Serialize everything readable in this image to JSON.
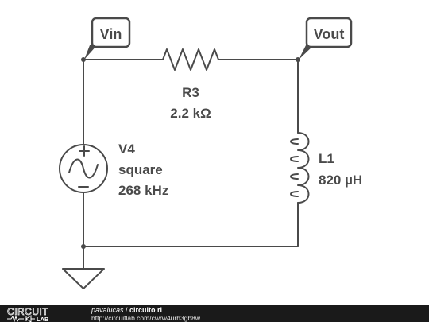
{
  "nodes": {
    "vin": "Vin",
    "vout": "Vout"
  },
  "components": {
    "r3": {
      "name": "R3",
      "value": "2.2 kΩ"
    },
    "v4": {
      "name": "V4",
      "type": "square",
      "frequency": "268 kHz"
    },
    "l1": {
      "name": "L1",
      "value": "820 µH"
    }
  },
  "footer": {
    "logo_top": "CIRCUIT",
    "logo_bottom": "LAB",
    "user": "pavalucas",
    "separator": " / ",
    "project": "circuito rl",
    "url": "http://circuitlab.com/cwrw4urh3gb8w"
  },
  "colors": {
    "ink": "#4a4a4a",
    "footer_bg": "#1a1a1a"
  }
}
